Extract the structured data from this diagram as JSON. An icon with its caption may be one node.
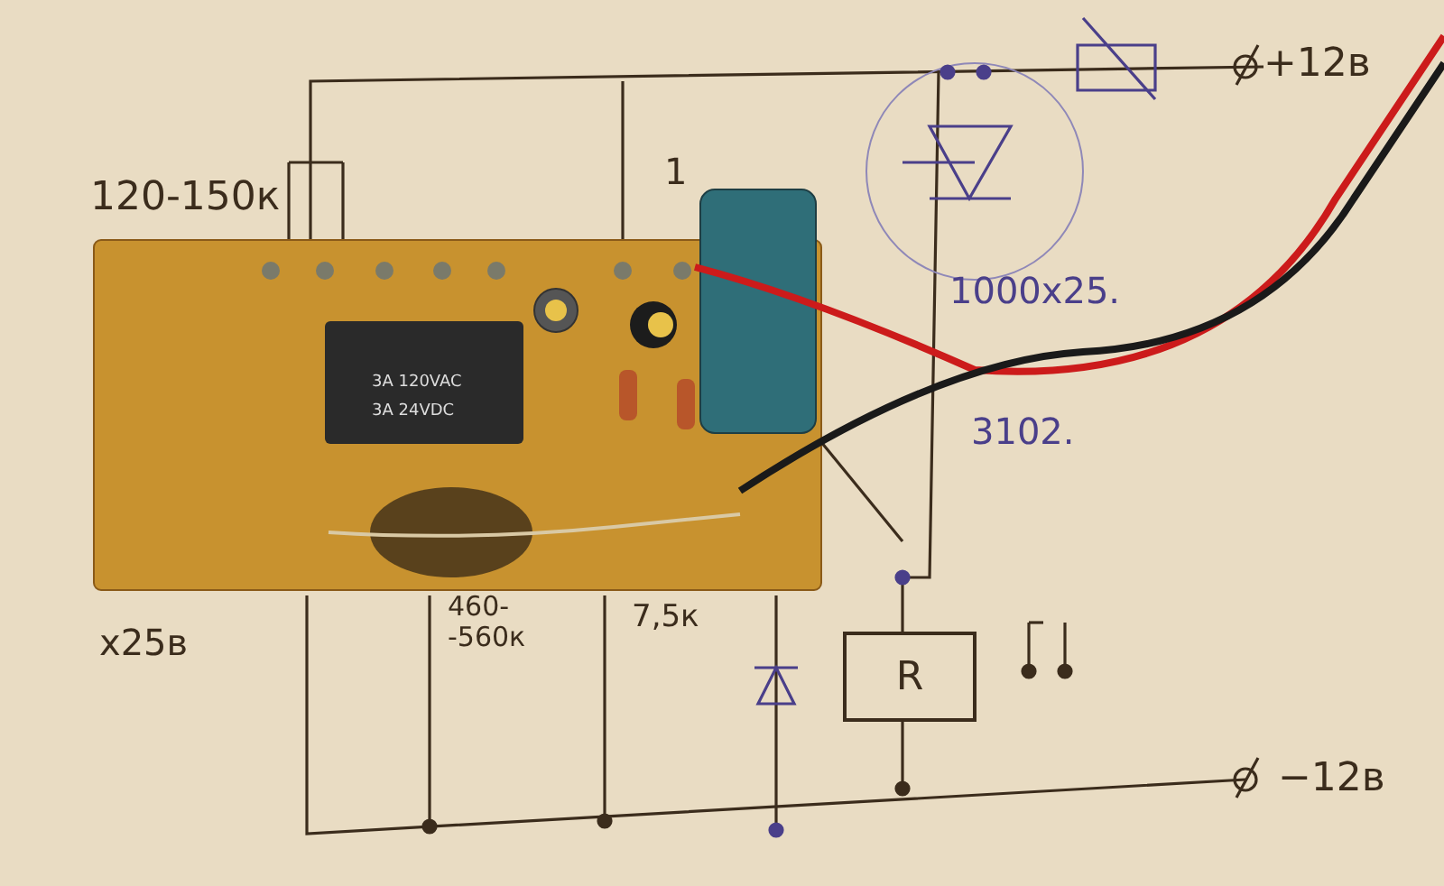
{
  "diagram": {
    "nodes": [
      {
        "text": [
          "R"
        ]
      }
    ],
    "labels": [
      "120-150к",
      "1",
      "1000x25.",
      "3102.",
      "+12в",
      "x25в",
      "460- -560к",
      "7,5к",
      "−12в",
      "3A 120VAC",
      "3A 24VDC"
    ]
  }
}
